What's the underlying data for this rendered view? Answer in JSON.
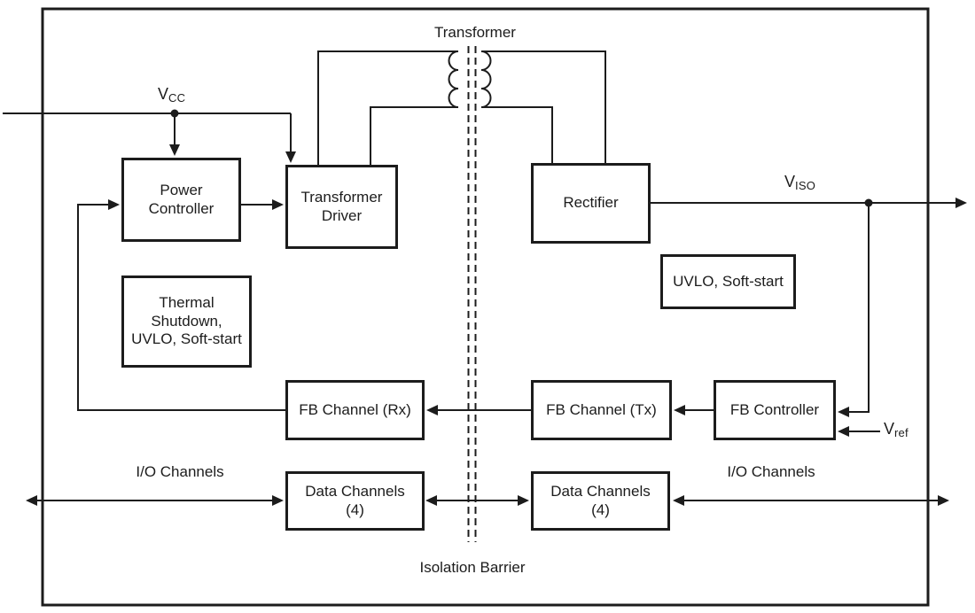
{
  "blocks": {
    "power_controller": {
      "label": "Power\nController"
    },
    "transformer_driver": {
      "label": "Transformer\nDriver"
    },
    "thermal_shutdown": {
      "label": "Thermal\nShutdown,\nUVLO, Soft-start"
    },
    "rectifier": {
      "label": "Rectifier"
    },
    "uvlo_soft_start": {
      "label": "UVLO, Soft-start"
    },
    "fb_channel_rx": {
      "label": "FB Channel (Rx)"
    },
    "fb_channel_tx": {
      "label": "FB Channel (Tx)"
    },
    "fb_controller": {
      "label": "FB Controller"
    },
    "data_channels_left": {
      "label": "Data Channels\n(4)"
    },
    "data_channels_right": {
      "label": "Data Channels\n(4)"
    }
  },
  "labels": {
    "transformer": "Transformer",
    "isolation_barrier": "Isolation Barrier",
    "io_channels_left": "I/O Channels",
    "io_channels_right": "I/O Channels"
  },
  "signals": {
    "vcc": {
      "base": "V",
      "sub": "CC"
    },
    "viso": {
      "base": "V",
      "sub": "ISO"
    },
    "vref": {
      "base": "V",
      "sub": "ref"
    }
  },
  "colors": {
    "line": "#1c1c1c",
    "background": "#ffffff"
  }
}
